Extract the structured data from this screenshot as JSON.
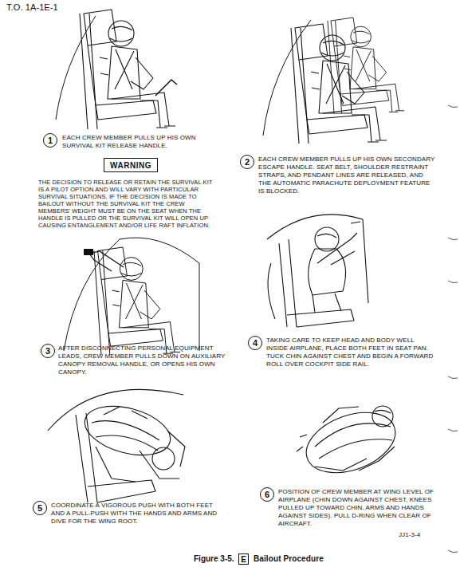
{
  "diagram": {
    "caption": "Figure 3-5.",
    "nodes": [
      {
        "text": [
          "1"
        ]
      },
      {
        "text": [
          "WARNING"
        ]
      },
      {
        "text": [
          "2"
        ]
      },
      {
        "text": [
          "3"
        ]
      },
      {
        "text": [
          "4"
        ]
      },
      {
        "text": [
          "5"
        ]
      },
      {
        "text": [
          "6"
        ]
      },
      {
        "text": [
          "E"
        ]
      }
    ],
    "edges": [],
    "labels": [
      "T.O. 1A-1E-1",
      "EACH CREW MEMBER PULLS UP HIS OWN SURVIVAL KIT RELEASE HANDLE.",
      "THE DECISION TO RELEASE OR RETAIN THE SURVIVAL KIT IS A PILOT OPTION AND WILL VARY WITH PARTICULAR SURVIVAL SITUATIONS. IF THE DECISION IS MADE TO BAILOUT WITHOUT THE SURVIVAL KIT THE CREW MEMBERS' WEIGHT MUST BE ON THE SEAT WHEN THE HANDLE IS PULLED OR THE SURVIVAL KIT WILL OPEN UP CAUSING ENTANGLEMENT AND/OR LIFE RAFT INFLATION.",
      "EACH CREW MEMBER PULLS UP HIS OWN SECONDARY ESCAPE HANDLE. SEAT BELT, SHOULDER RESTRAINT STRAPS, AND PENDANT LINES ARE RELEASED, AND THE AUTOMATIC PARACHUTE DEPLOYMENT FEATURE IS BLOCKED.",
      "AFTER DISCONNECTING PERSONAL EQUIPMENT LEADS, CREW MEMBER PULLS DOWN ON AUXILIARY CANOPY REMOVAL HANDLE, OR OPENS HIS OWN CANOPY.",
      "TAKING CARE TO KEEP HEAD AND BODY WELL INSIDE AIRPLANE, PLACE BOTH FEET IN SEAT PAN. TUCK CHIN AGAINST CHEST AND BEGIN A FORWARD ROLL OVER COCKPIT SIDE RAIL.",
      "COORDINATE A VIGOROUS PUSH WITH BOTH FEET AND A PULL-PUSH WITH THE HANDS AND ARMS AND DIVE FOR THE WING ROOT.",
      "POSITION OF CREW MEMBER AT WING LEVEL OF AIRPLANE (CHIN DOWN AGAINST CHEST, KNEES PULLED UP TOWARD CHIN, ARMS AND HANDS AGAINST SIDES). PULL D-RING WHEN CLEAR OF AIRCRAFT.",
      "JJ1-3-4",
      "Bailout Procedure"
    ]
  }
}
